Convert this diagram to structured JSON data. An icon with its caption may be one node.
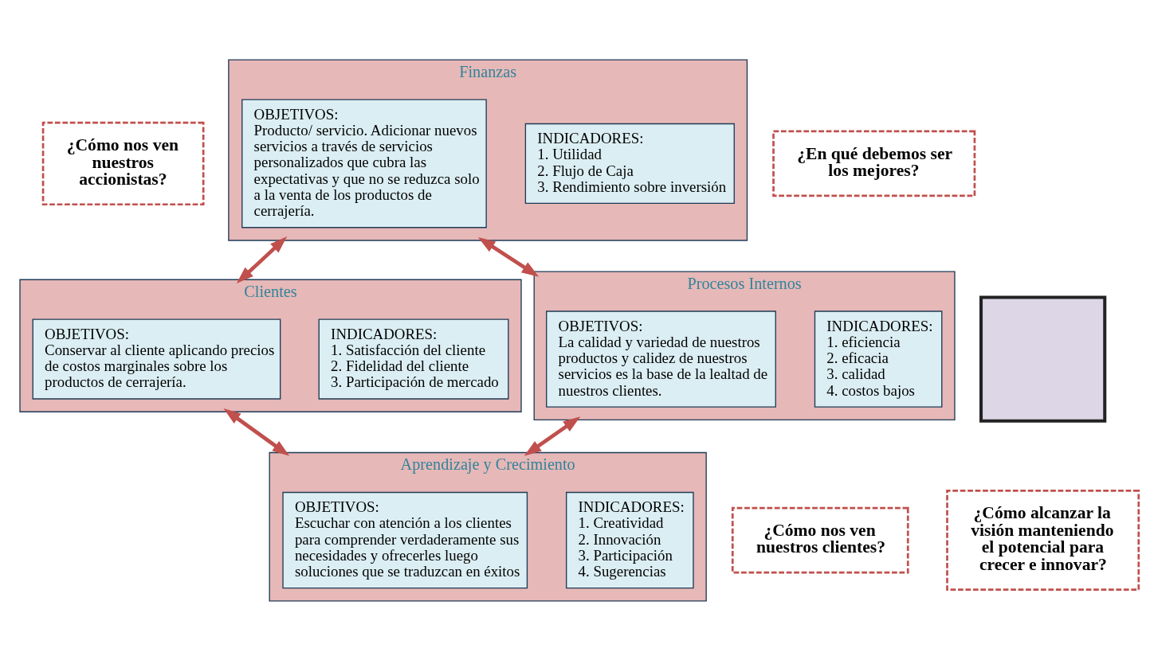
{
  "diagram": {
    "nodes": [
      {
        "text": [
          "¿Cómo nos ven nuestros accionistas?"
        ]
      },
      {
        "text": [
          "Finanzas"
        ]
      },
      {
        "text": [
          "OBJETIVOS:",
          "Producto/ servicio. Adicionar nuevos servicios a través de servicios personalizados que cubra las expectativas y que no se reduzca solo a la venta de los productos de cerrajería."
        ],
        "in": 1
      },
      {
        "text": [
          "INDICADORES:",
          "1. Utilidad",
          "2. Flujo de Caja",
          "3. Rendimiento sobre inversión"
        ],
        "in": 1
      },
      {
        "text": [
          "¿En qué debemos ser los mejores?"
        ]
      },
      {
        "text": [
          "Clientes"
        ]
      },
      {
        "text": [
          "OBJETIVOS:",
          "Conservar al cliente aplicando precios de costos marginales sobre los productos de cerrajería."
        ],
        "in": 5
      },
      {
        "text": [
          "INDICADORES:",
          "1. Satisfacción del cliente",
          "2. Fidelidad del cliente",
          "3. Participación de mercado"
        ],
        "in": 5
      },
      {
        "text": [],
        "shape": "cross"
      },
      {
        "text": [
          "Procesos Internos"
        ]
      },
      {
        "text": [
          "OBJETIVOS:",
          "La calidad y variedad de nuestros productos y calidez de nuestros servicios es la base de la lealtad de nuestros clientes."
        ],
        "in": 9
      },
      {
        "text": [
          "INDICADORES:",
          "1. eficiencia",
          "2. eficacia",
          "3. calidad",
          "4. costos bajos"
        ],
        "in": 9
      },
      {
        "text": [
          "Aprendizaje y Crecimiento"
        ]
      },
      {
        "text": [
          "OBJETIVOS:",
          "Escuchar con atención a los clientes para comprender verdaderamente sus necesidades y ofrecerles luego soluciones que se traduzcan en éxitos"
        ],
        "in": 12
      },
      {
        "text": [
          "INDICADORES:",
          "1. Creatividad",
          "2. Innovación",
          "3. Participación",
          "4. Sugerencias"
        ],
        "in": 12
      },
      {
        "text": [
          "¿Cómo nos ven nuestros clientes?"
        ]
      },
      {
        "text": [
          "¿Cómo alcanzar la visión manteniendo el potencial para crecer e innovar?"
        ]
      }
    ],
    "edges": [
      {
        "from": 1,
        "to": 5,
        "arrow": "both"
      },
      {
        "from": 1,
        "to": 9,
        "arrow": "both"
      },
      {
        "from": 5,
        "to": 12,
        "arrow": "both"
      },
      {
        "from": 9,
        "to": 12,
        "arrow": "both"
      }
    ]
  }
}
